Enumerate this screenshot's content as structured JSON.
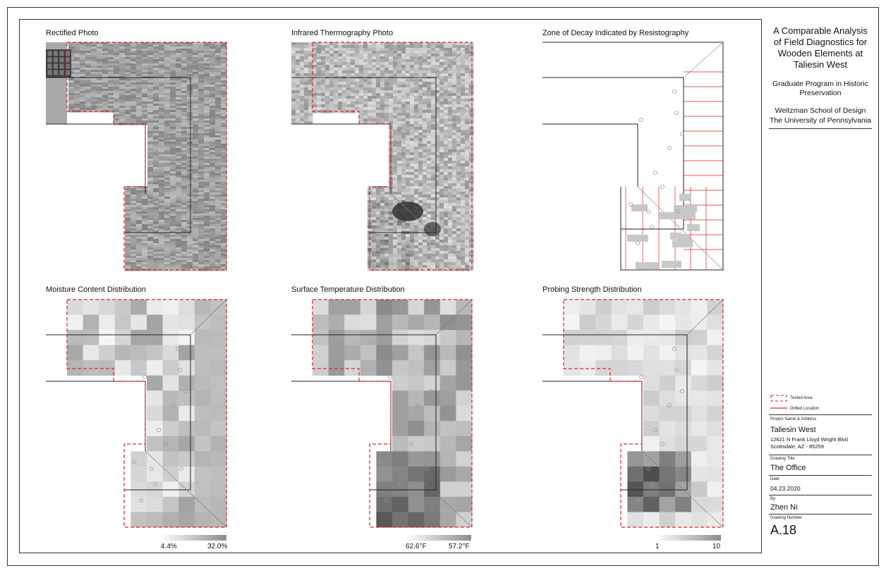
{
  "panels": {
    "rectified": {
      "title": "Rectified Photo"
    },
    "infrared": {
      "title": "Infrared Thermography Photo"
    },
    "decay": {
      "title": "Zone of Decay Indicated by Resistography"
    },
    "moisture": {
      "title": "Moisture Content Distribution",
      "scale_min": "4.4%",
      "scale_max": "32.0%"
    },
    "temperature": {
      "title": "Surface Temperature Distribution",
      "scale_min": "62.6°F",
      "scale_max": "57.2°F"
    },
    "probing": {
      "title": "Probing Strength Distribution",
      "scale_min": "1",
      "scale_max": "10"
    }
  },
  "title_block": {
    "project_title": "A Comparable Analysis of Field Diagnostics for Wooden Elements at Taliesin West",
    "program": "Graduate Program in Historic Preservation",
    "school_line1": "Weitzman School of Design",
    "school_line2": "The University of Pennsylvania",
    "legend": {
      "tested_area": "Tested Area",
      "drilled_location": "Drilled Location"
    },
    "project_label": "Project Name & Address",
    "project_name": "Taliesin West",
    "address_line1": "12621 N Frank Lloyd Wright Blvd",
    "address_line2": "Scottsdale, AZ - 85259",
    "drawing_title_label": "Drawing Title",
    "drawing_title": "The Office",
    "date_label": "Date",
    "date": "04.23.2020",
    "by_label": "By",
    "by": "Zhen Ni",
    "drawing_number_label": "Drawing Number",
    "drawing_number": "A.18"
  },
  "colors": {
    "tested_area": "#d62828",
    "frame": "#333333",
    "grid_dark": "#555555",
    "grid_light": "#f4f4f4"
  }
}
